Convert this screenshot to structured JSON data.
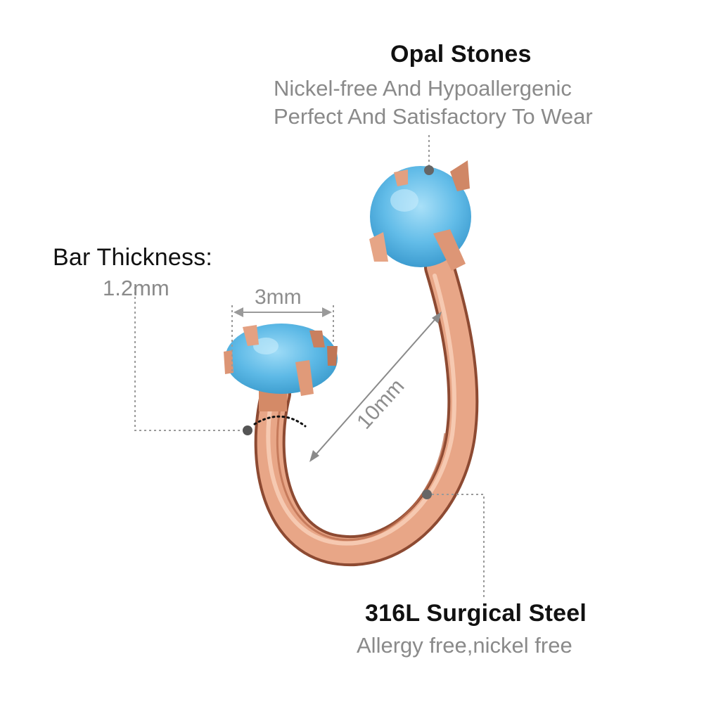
{
  "opal_callout": {
    "title": "Opal Stones",
    "line1": "Nickel-free And Hypoallergenic",
    "line2": "Perfect And Satisfactory To Wear"
  },
  "bar_callout": {
    "title": "Bar Thickness:",
    "value": "1.2mm"
  },
  "steel_callout": {
    "title": "316L Surgical Steel",
    "subtitle": "Allergy free,nickel free"
  },
  "dimensions": {
    "ball_width": "3mm",
    "bar_length": "10mm"
  },
  "colors": {
    "rose_gold": "#d9926f",
    "opal_blue": "#5ab8e6",
    "leader_gray": "#9a9a9a",
    "title_text": "#111111",
    "sub_text": "#8a8a8a"
  }
}
